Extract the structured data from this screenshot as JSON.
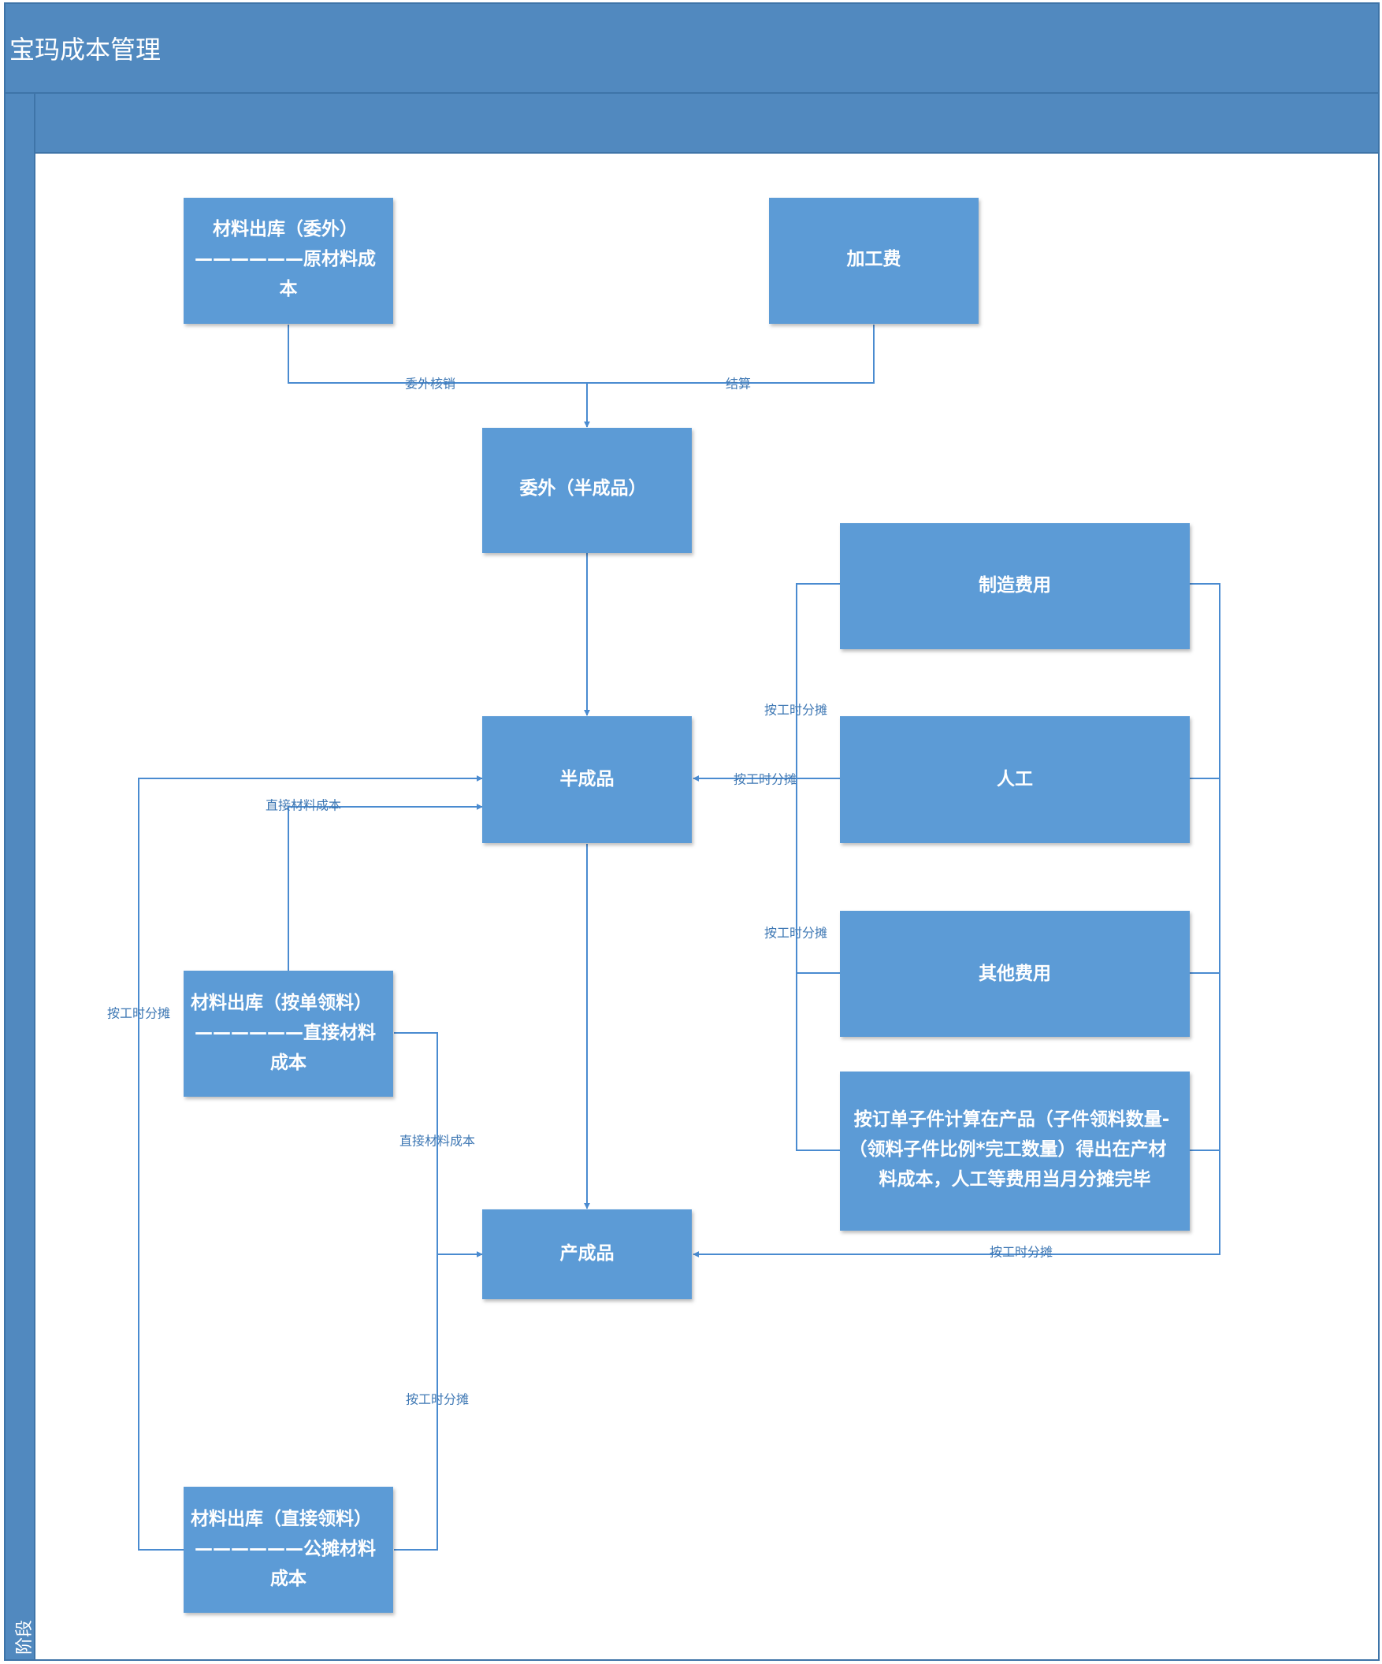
{
  "colors": {
    "lane_header": "#5189bf",
    "lane_border": "#3e74a8",
    "node_fill": "#5b9bd6",
    "edge": "#4a8bd0",
    "edge_label": "#3f78b4"
  },
  "pool": {
    "title": "宝玛成本管理",
    "stage": "阶段"
  },
  "nodes": {
    "material_outsource": {
      "lines": [
        "材料出库（委外）",
        "——————原材料成",
        "本"
      ]
    },
    "processing_fee": {
      "lines": [
        "加工费"
      ]
    },
    "outsource_semi": {
      "lines": [
        "委外（半成品）"
      ]
    },
    "semi_product": {
      "lines": [
        "半成品"
      ]
    },
    "manufacturing_cost": {
      "lines": [
        "制造费用"
      ]
    },
    "labor": {
      "lines": [
        "人工"
      ]
    },
    "other_cost": {
      "lines": [
        "其他费用"
      ]
    },
    "order_calc": {
      "lines": [
        "按订单子件计算在产品（子件领料数量-",
        "（领料子件比例*完工数量）得出在产材",
        "料成本，人工等费用当月分摊完毕"
      ]
    },
    "material_order": {
      "lines": [
        "材料出库（按单领料）",
        "——————直接材料",
        "成本"
      ]
    },
    "finished_product": {
      "lines": [
        "产成品"
      ]
    },
    "material_direct": {
      "lines": [
        "材料出库（直接领料）",
        "——————公摊材料",
        "成本"
      ]
    }
  },
  "edge_labels": {
    "outsource_writeoff": "委外核销",
    "settlement": "结算",
    "direct_material_cost_semi": "直接材料成本",
    "labor_hour_alloc_mfg": "按工时分摊",
    "labor_hour_alloc_labor": "按工时分摊",
    "labor_hour_alloc_other": "按工时分摊",
    "labor_hour_alloc_left": "按工时分摊",
    "direct_material_cost_finished": "直接材料成本",
    "labor_hour_alloc_direct": "按工时分摊",
    "labor_hour_alloc_finished": "按工时分摊"
  }
}
